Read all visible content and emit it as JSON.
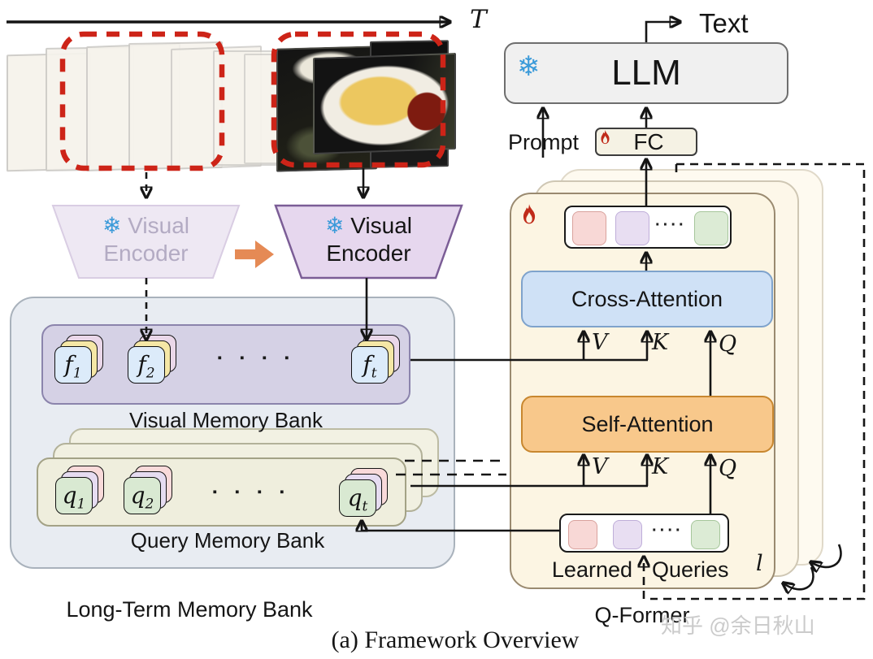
{
  "meta": {
    "caption": "(a) Framework Overview",
    "watermark": "知乎 @余日秋山"
  },
  "timeline": {
    "axis_label": "T"
  },
  "encoders": {
    "previous": {
      "line1": "Visual",
      "line2": "Encoder"
    },
    "current": {
      "line1": "Visual",
      "line2": "Encoder"
    }
  },
  "memory": {
    "container_label": "Long-Term Memory Bank",
    "visual_bank": {
      "label": "Visual Memory Bank",
      "dots": "▪ ▪ ▪ ▪",
      "cards": [
        {
          "base": "f",
          "sub": "1"
        },
        {
          "base": "f",
          "sub": "2"
        },
        {
          "base": "f",
          "sub": "t"
        }
      ]
    },
    "query_bank": {
      "label": "Query Memory Bank",
      "dots": "▪ ▪ ▪ ▪",
      "cards": [
        {
          "base": "q",
          "sub": "1"
        },
        {
          "base": "q",
          "sub": "2"
        },
        {
          "base": "q",
          "sub": "t"
        }
      ]
    }
  },
  "qformer": {
    "label": "Q-Former",
    "cross_attention_label": "Cross-Attention",
    "self_attention_label": "Self-Attention",
    "learned_word": "Learned",
    "queries_word": "Queries",
    "layer_symbol": "l",
    "token_dots": "····",
    "vkq": {
      "v": "V",
      "k": "K",
      "q": "Q"
    }
  },
  "head": {
    "llm_label": "LLM",
    "fc_label": "FC",
    "prompt_label": "Prompt",
    "text_label": "Text"
  },
  "colors": {
    "accent_red": "#cd2418",
    "snowflake_blue": "#3a9ad9",
    "flame_red": "#c02b1a",
    "cross_attention_fill": "#cfe1f6",
    "self_attention_fill": "#f8c88b",
    "qformer_fill": "#fcf5e3"
  }
}
